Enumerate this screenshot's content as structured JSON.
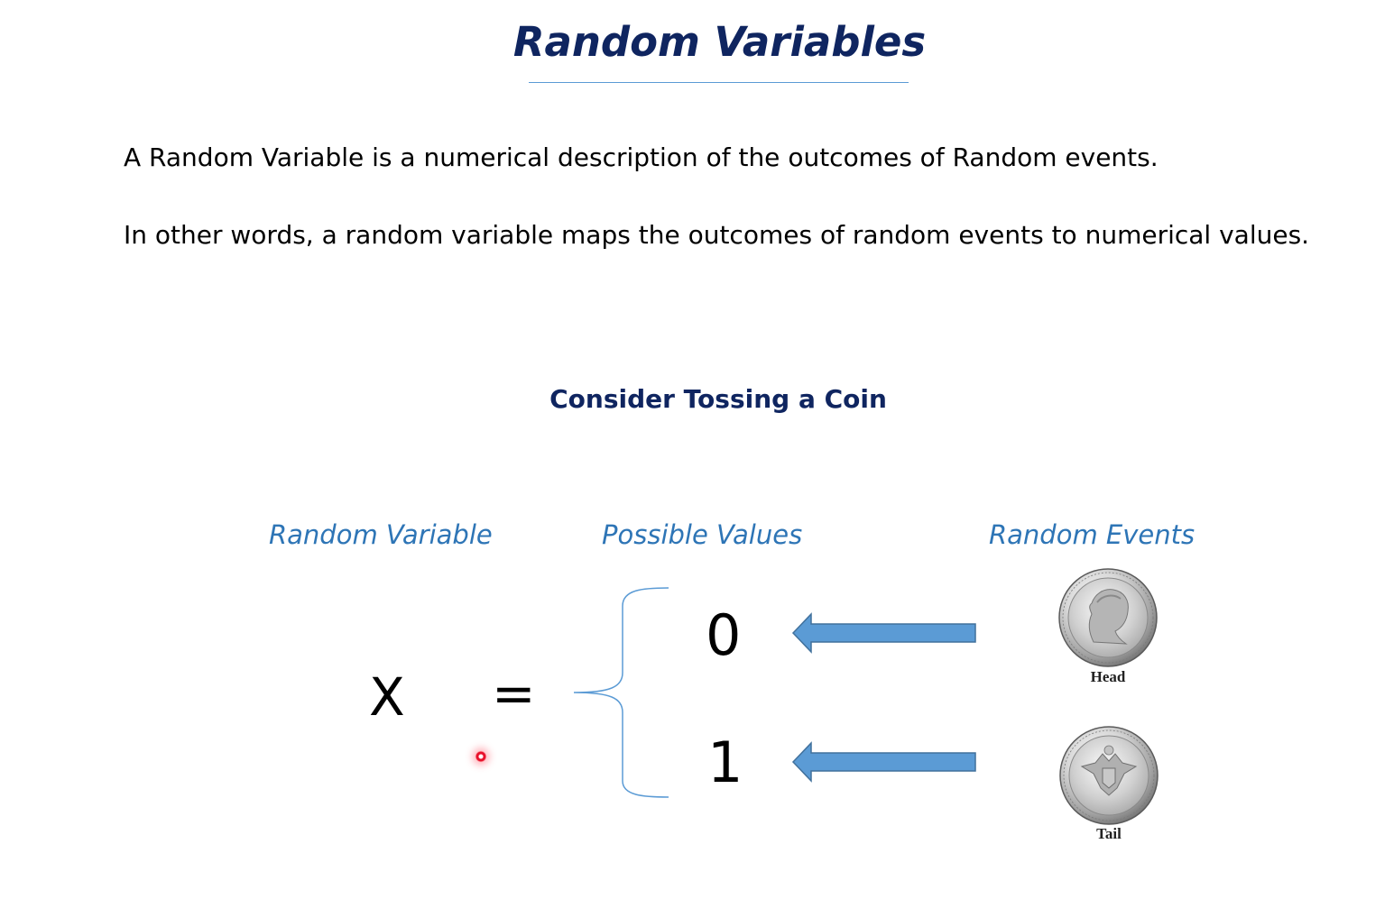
{
  "title": "Random Variables",
  "paragraphs": [
    "A Random Variable is a numerical description of the outcomes of Random events.",
    "In other words, a random variable maps the outcomes of random events to numerical values."
  ],
  "subheading": "Consider Tossing a Coin",
  "columns": {
    "variable": "Random Variable",
    "values": "Possible Values",
    "events": "Random Events"
  },
  "equation": {
    "variable": "X",
    "operator": "="
  },
  "mapping": [
    {
      "value": "0",
      "event": "Head"
    },
    {
      "value": "1",
      "event": "Tail"
    }
  ],
  "colors": {
    "title": "#0f2560",
    "header": "#2e75b6",
    "arrow_fill": "#5b9bd5",
    "arrow_stroke": "#41719c",
    "brace": "#5b9bd5",
    "pointer": "#e8102a"
  }
}
